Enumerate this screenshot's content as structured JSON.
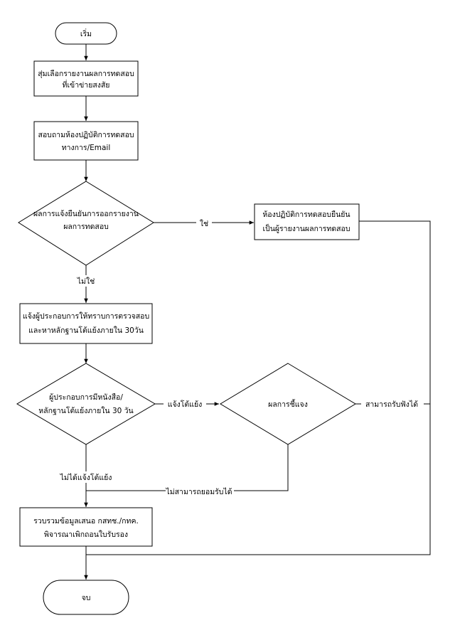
{
  "flowchart": {
    "start": "เริ่ม",
    "step1": [
      "สุ่มเลือกรายงานผลการทดสอบ",
      "ที่เข้าข่ายสงสัย"
    ],
    "step2": [
      "สอบถามห้องปฏิบัติการทดสอบ",
      "ทางการ/Email"
    ],
    "decision1": [
      "ผลการแจ้งยืนยันการออกรายงาน",
      "ผลการทดสอบ"
    ],
    "decision1_yes": "ใช่",
    "decision1_no": "ไม่ใช่",
    "lab_confirm": [
      "ห้องปฏิบัติการทดสอบยืนยัน",
      "เป็นผู้รายงานผลการทดสอบ"
    ],
    "step3": [
      "แจ้งผู้ประกอบการให้ทราบการตรวจสอบ",
      "และหาหลักฐานโต้แย้งภายใน 30วัน"
    ],
    "decision2": [
      "ผู้ประกอบการมีหนังสือ/",
      "หลักฐานโต้แย้งภายใน 30 วัน"
    ],
    "decision2_yes": "แจ้งโต้แย้ง",
    "decision2_no": "ไม่ได้แจ้งโต้แย้ง",
    "decision3": "ผลการชี้แจง",
    "decision3_accept": "สามารถรับฟังได้",
    "decision3_reject": "ไม่สามารถยอมรับได้",
    "step4": [
      "รวบรวมข้อมูลเสนอ กสทช./กทค.",
      "พิจารณาเพิกถอนใบรับรอง"
    ],
    "end": "จบ"
  }
}
